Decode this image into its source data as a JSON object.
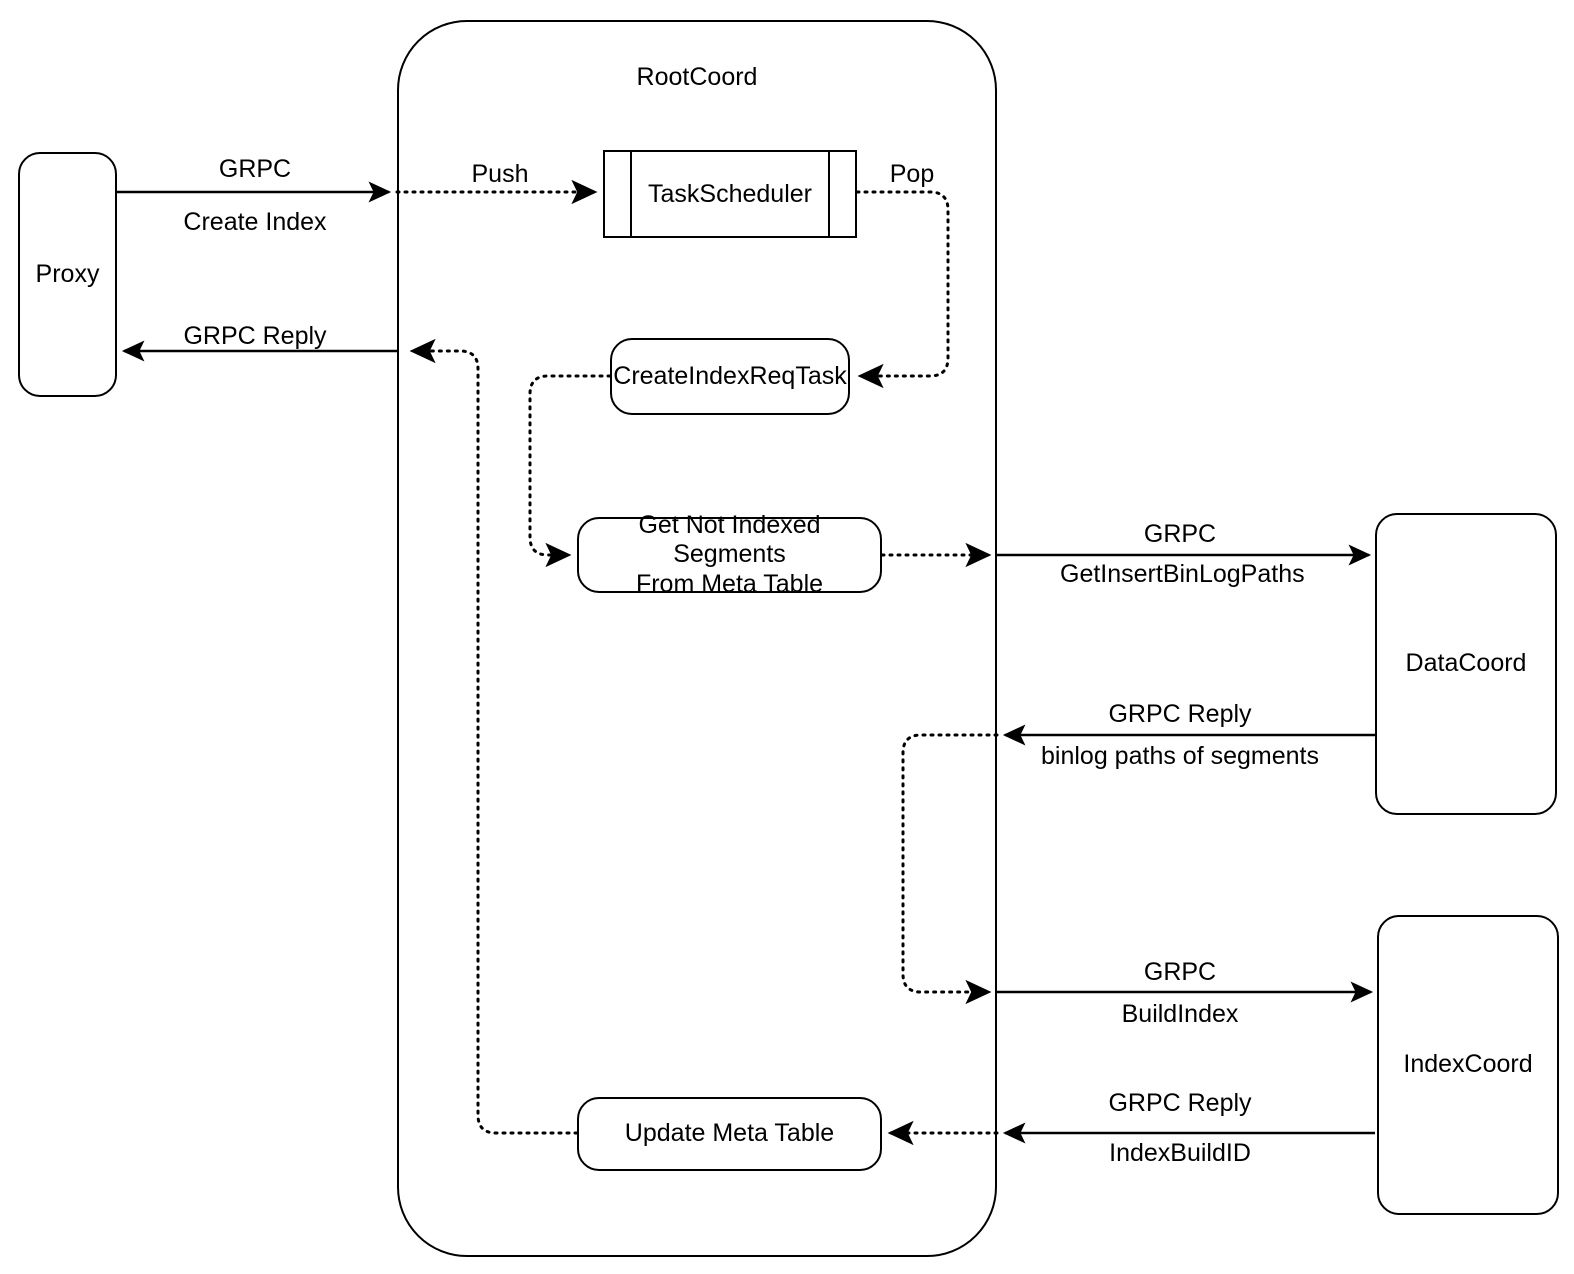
{
  "diagram": {
    "title_visible": false,
    "stroke_color": "#000000",
    "background": "#ffffff",
    "nodes": {
      "proxy": {
        "label": "Proxy"
      },
      "rootcoord": {
        "label": "RootCoord"
      },
      "task_scheduler": {
        "label": "TaskScheduler"
      },
      "create_index_req_task": {
        "label": "CreateIndexReqTask"
      },
      "get_not_indexed_segments": {
        "label": "Get Not Indexed Segments\nFrom Meta Table",
        "line1": "Get Not Indexed Segments",
        "line2": "From Meta Table"
      },
      "update_meta_table": {
        "label": "Update Meta Table"
      },
      "datacoord": {
        "label": "DataCoord"
      },
      "indexcoord": {
        "label": "IndexCoord"
      }
    },
    "edge_labels": {
      "proxy_to_root_line1": "GRPC",
      "proxy_to_root_line2": "Create Index",
      "root_to_proxy": "GRPC Reply",
      "push": "Push",
      "pop": "Pop",
      "root_to_datacoord_line1": "GRPC",
      "root_to_datacoord_line2": "GetInsertBinLogPaths",
      "datacoord_to_root_line1": "GRPC Reply",
      "datacoord_to_root_line2": "binlog paths of segments",
      "root_to_indexcoord_line1": "GRPC",
      "root_to_indexcoord_line2": "BuildIndex",
      "indexcoord_to_root_line1": "GRPC Reply",
      "indexcoord_to_root_line2": "IndexBuildID"
    }
  }
}
